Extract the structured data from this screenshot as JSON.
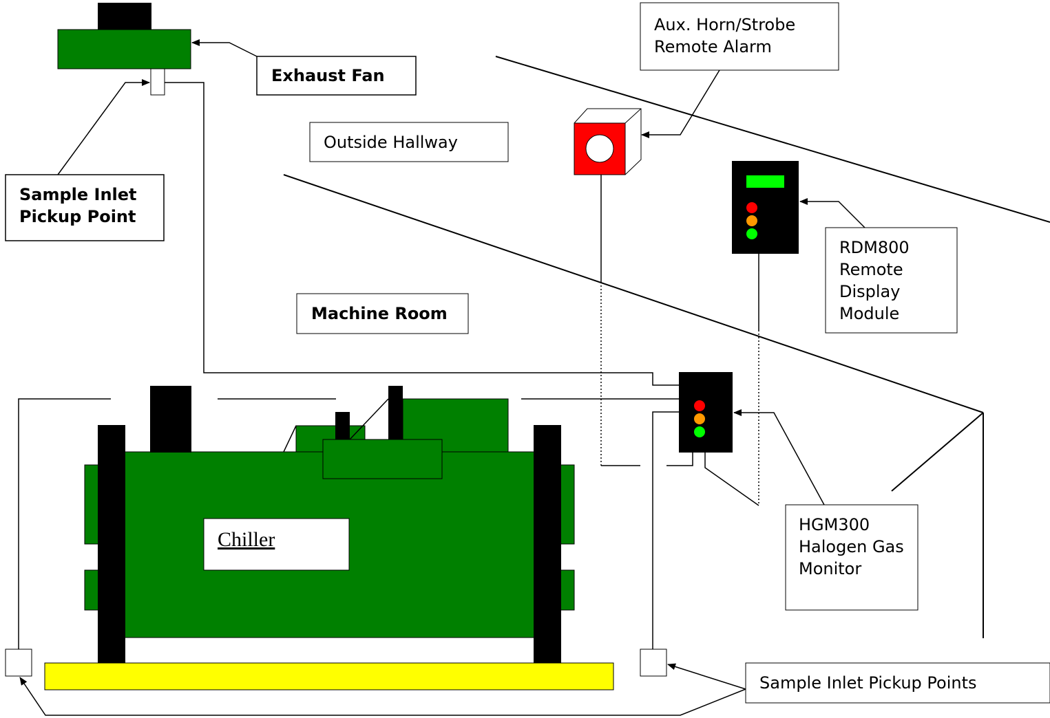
{
  "labels": {
    "exhaust_fan": "Exhaust Fan",
    "sample_inlet_top": [
      "Sample Inlet",
      "Pickup Point"
    ],
    "outside_hallway": "Outside Hallway",
    "machine_room": "Machine Room",
    "aux_alarm": [
      "Aux. Horn/Strobe",
      "Remote Alarm"
    ],
    "rdm800": [
      "RDM800",
      "Remote",
      "Display",
      "Module"
    ],
    "hgm300": [
      "HGM300",
      "Halogen Gas",
      "Monitor"
    ],
    "chiller": "Chiller",
    "sample_inlet_points": "Sample Inlet Pickup Points"
  },
  "colors": {
    "equipment_green": "#008000",
    "black": "#000000",
    "base_yellow": "#ffff00",
    "alarm_red": "#ff0000",
    "led_red": "#ff0000",
    "led_orange": "#ff9900",
    "led_green": "#00ff00",
    "display_green": "#00ff00"
  }
}
